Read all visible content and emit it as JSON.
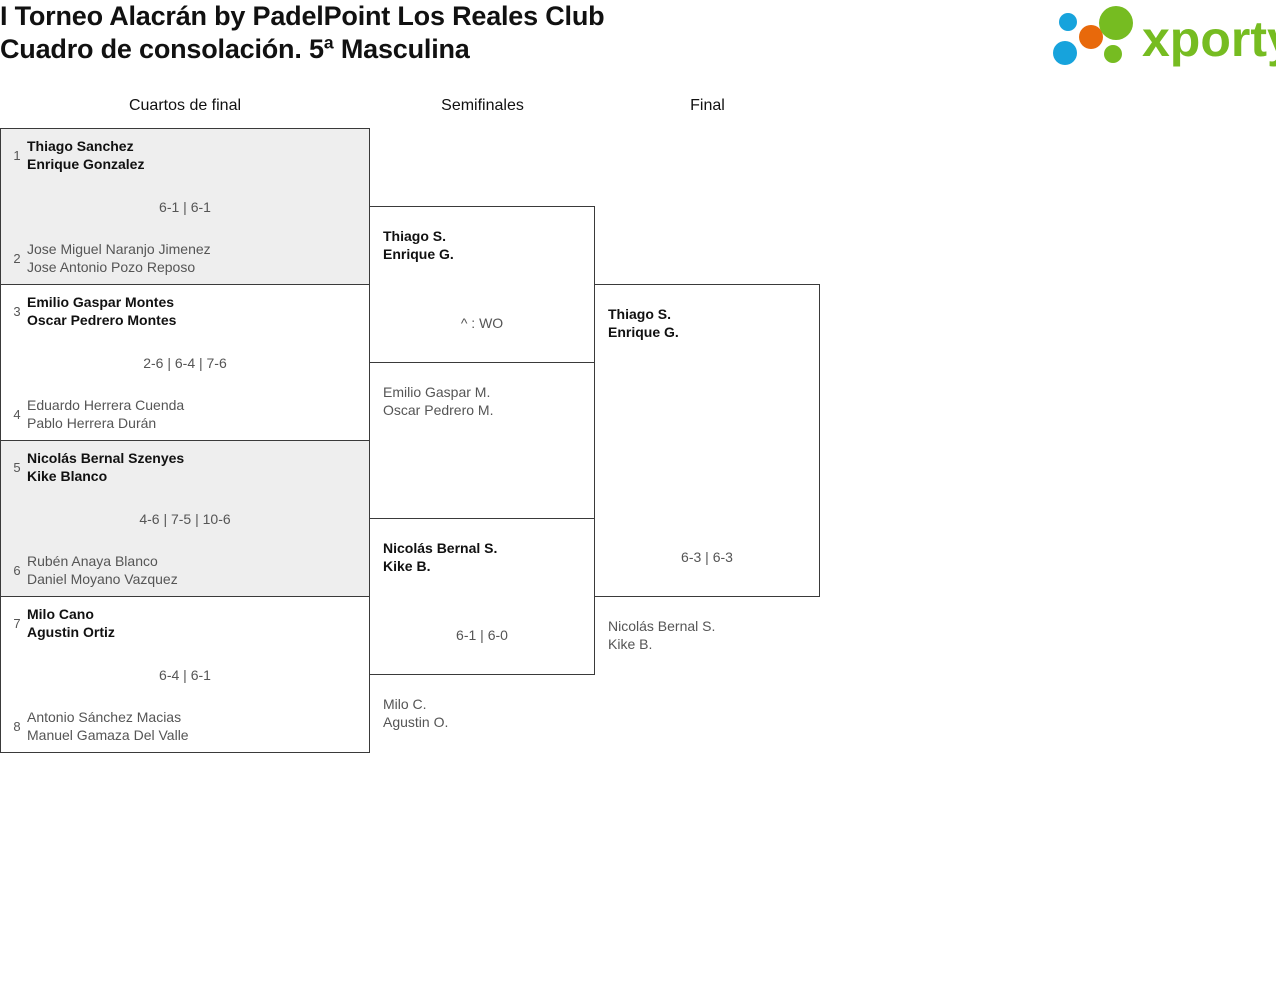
{
  "header": {
    "title_line1": "I Torneo Alacrán by PadelPoint Los Reales Club",
    "title_line2": "Cuadro de consolación. 5ª Masculina",
    "logo_text": "xporty",
    "logo_colors": {
      "green": "#76bc21",
      "blue": "#17a3dc",
      "orange": "#e8690b"
    }
  },
  "columns": [
    {
      "label": "Cuartos de final"
    },
    {
      "label": "Semifinales"
    },
    {
      "label": "Final"
    }
  ],
  "rounds": {
    "quarterfinals": [
      {
        "shaded": true,
        "score": "6-1 | 6-1",
        "top": {
          "seed": "1",
          "player1": "Thiago Sanchez",
          "player2": "Enrique Gonzalez",
          "result": "winner"
        },
        "bottom": {
          "seed": "2",
          "player1": "Jose Miguel Naranjo Jimenez",
          "player2": "Jose Antonio Pozo Reposo",
          "result": "loser"
        }
      },
      {
        "shaded": false,
        "score": "2-6 | 6-4 | 7-6",
        "top": {
          "seed": "3",
          "player1": "Emilio Gaspar Montes",
          "player2": "Oscar Pedrero Montes",
          "result": "winner"
        },
        "bottom": {
          "seed": "4",
          "player1": "Eduardo Herrera Cuenda",
          "player2": "Pablo Herrera Durán",
          "result": "loser"
        }
      },
      {
        "shaded": true,
        "score": "4-6 | 7-5 | 10-6",
        "top": {
          "seed": "5",
          "player1": "Nicolás Bernal Szenyes",
          "player2": "Kike Blanco",
          "result": "winner"
        },
        "bottom": {
          "seed": "6",
          "player1": "Rubén Anaya Blanco",
          "player2": "Daniel Moyano Vazquez",
          "result": "loser"
        }
      },
      {
        "shaded": false,
        "score": "6-4 | 6-1",
        "top": {
          "seed": "7",
          "player1": "Milo Cano",
          "player2": "Agustin Ortiz",
          "result": "winner"
        },
        "bottom": {
          "seed": "8",
          "player1": "Antonio Sánchez Macias",
          "player2": "Manuel Gamaza Del Valle",
          "result": "loser"
        }
      }
    ],
    "semifinals": [
      {
        "shaded": false,
        "score": "^ : WO",
        "top": {
          "player1": "Thiago S.",
          "player2": "Enrique G.",
          "result": "winner"
        },
        "bottom": {
          "player1": "Emilio Gaspar M.",
          "player2": "Oscar Pedrero M.",
          "result": "loser"
        }
      },
      {
        "shaded": false,
        "score": "6-1 | 6-0",
        "top": {
          "player1": "Nicolás Bernal S.",
          "player2": "Kike B.",
          "result": "winner"
        },
        "bottom": {
          "player1": "Milo C.",
          "player2": "Agustin O.",
          "result": "loser"
        }
      }
    ],
    "final": [
      {
        "shaded": false,
        "score": "6-3 | 6-3",
        "top": {
          "player1": "Thiago S.",
          "player2": "Enrique G.",
          "result": "winner"
        },
        "bottom": {
          "player1": "Nicolás Bernal S.",
          "player2": "Kike B.",
          "result": "loser"
        }
      }
    ]
  }
}
